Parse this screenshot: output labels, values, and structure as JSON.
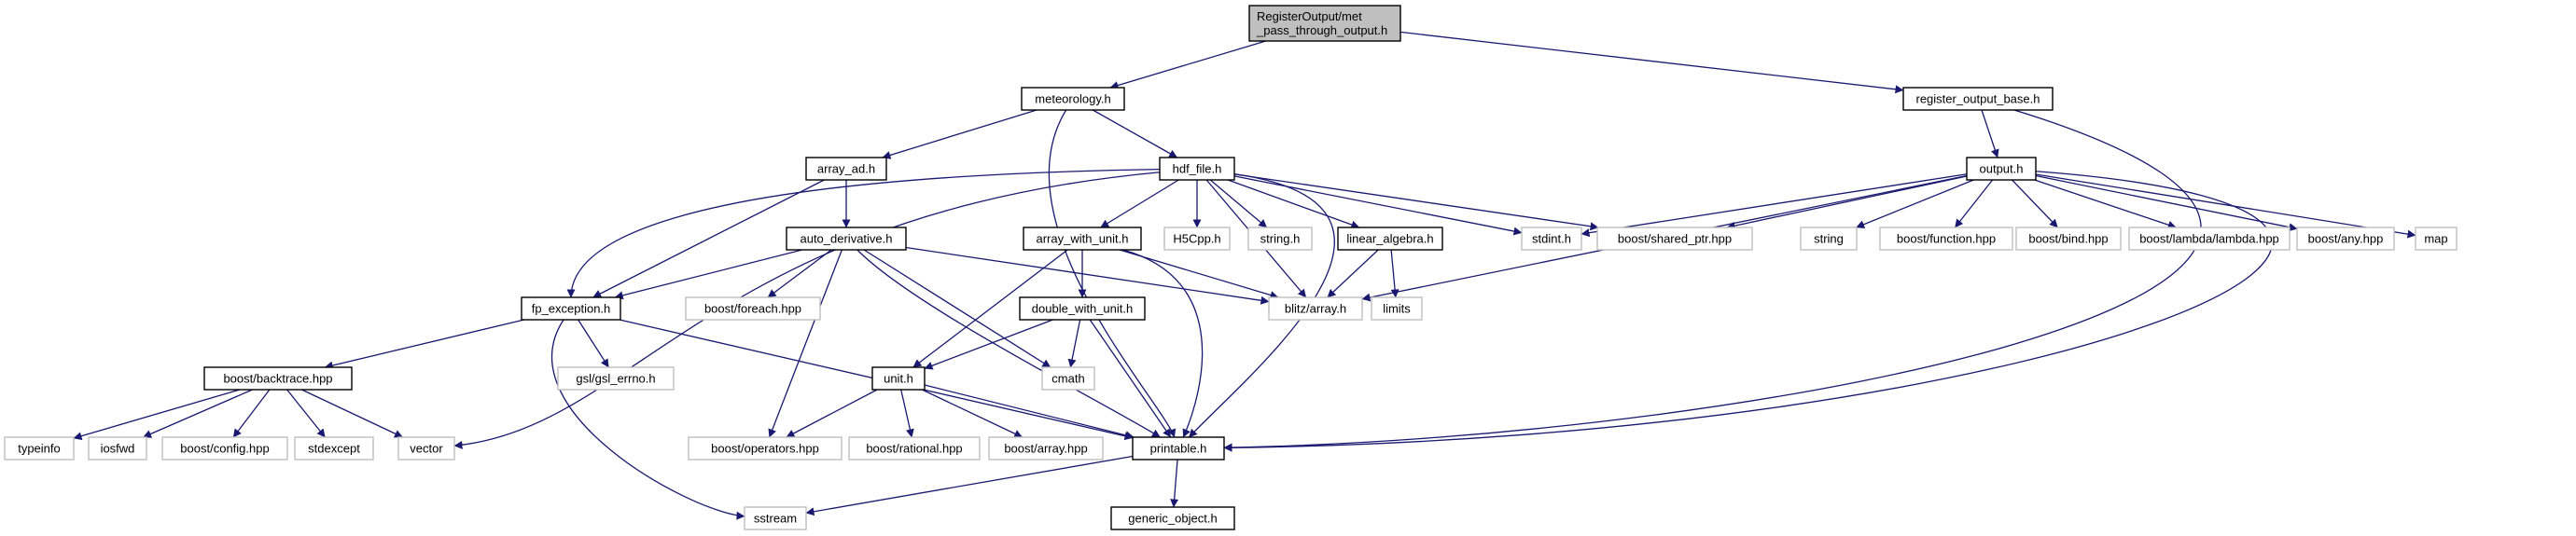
{
  "colors": {
    "root_fill": "#bfbfbf",
    "root_border": "#000000",
    "header_border": "#000000",
    "external_border": "#bfbfbf",
    "edge": "#191970",
    "text": "#000000"
  },
  "nodes": [
    {
      "id": "root",
      "label": "RegisterOutput/met\n_pass_through_output.h",
      "kind": "root"
    },
    {
      "id": "meteorology_h",
      "label": "meteorology.h",
      "kind": "header"
    },
    {
      "id": "register_output_base_h",
      "label": "register_output_base.h",
      "kind": "header"
    },
    {
      "id": "array_ad_h",
      "label": "array_ad.h",
      "kind": "header"
    },
    {
      "id": "hdf_file_h",
      "label": "hdf_file.h",
      "kind": "header"
    },
    {
      "id": "output_h",
      "label": "output.h",
      "kind": "header"
    },
    {
      "id": "auto_derivative_h",
      "label": "auto_derivative.h",
      "kind": "header"
    },
    {
      "id": "array_with_unit_h",
      "label": "array_with_unit.h",
      "kind": "header"
    },
    {
      "id": "h5cpp_h",
      "label": "H5Cpp.h",
      "kind": "external"
    },
    {
      "id": "string_h",
      "label": "string.h",
      "kind": "external"
    },
    {
      "id": "linear_algebra_h",
      "label": "linear_algebra.h",
      "kind": "header"
    },
    {
      "id": "stdint_h",
      "label": "stdint.h",
      "kind": "external"
    },
    {
      "id": "shared_ptr_hpp",
      "label": "boost/shared_ptr.hpp",
      "kind": "external"
    },
    {
      "id": "string",
      "label": "string",
      "kind": "external"
    },
    {
      "id": "function_hpp",
      "label": "boost/function.hpp",
      "kind": "external"
    },
    {
      "id": "bind_hpp",
      "label": "boost/bind.hpp",
      "kind": "external"
    },
    {
      "id": "lambda_hpp",
      "label": "boost/lambda/lambda.hpp",
      "kind": "external"
    },
    {
      "id": "any_hpp",
      "label": "boost/any.hpp",
      "kind": "external"
    },
    {
      "id": "map",
      "label": "map",
      "kind": "external"
    },
    {
      "id": "fp_exception_h",
      "label": "fp_exception.h",
      "kind": "header"
    },
    {
      "id": "foreach_hpp",
      "label": "boost/foreach.hpp",
      "kind": "external"
    },
    {
      "id": "double_with_unit_h",
      "label": "double_with_unit.h",
      "kind": "header"
    },
    {
      "id": "blitz_array_h",
      "label": "blitz/array.h",
      "kind": "external"
    },
    {
      "id": "limits",
      "label": "limits",
      "kind": "external"
    },
    {
      "id": "backtrace_hpp",
      "label": "boost/backtrace.hpp",
      "kind": "header"
    },
    {
      "id": "gsl_errno_h",
      "label": "gsl/gsl_errno.h",
      "kind": "external"
    },
    {
      "id": "unit_h",
      "label": "unit.h",
      "kind": "header"
    },
    {
      "id": "cmath",
      "label": "cmath",
      "kind": "external"
    },
    {
      "id": "typeinfo",
      "label": "typeinfo",
      "kind": "external"
    },
    {
      "id": "iosfwd",
      "label": "iosfwd",
      "kind": "external"
    },
    {
      "id": "config_hpp",
      "label": "boost/config.hpp",
      "kind": "external"
    },
    {
      "id": "stdexcept",
      "label": "stdexcept",
      "kind": "external"
    },
    {
      "id": "vector",
      "label": "vector",
      "kind": "external"
    },
    {
      "id": "operators_hpp",
      "label": "boost/operators.hpp",
      "kind": "external"
    },
    {
      "id": "rational_hpp",
      "label": "boost/rational.hpp",
      "kind": "external"
    },
    {
      "id": "array_hpp",
      "label": "boost/array.hpp",
      "kind": "external"
    },
    {
      "id": "printable_h",
      "label": "printable.h",
      "kind": "header"
    },
    {
      "id": "sstream",
      "label": "sstream",
      "kind": "external"
    },
    {
      "id": "generic_object_h",
      "label": "generic_object.h",
      "kind": "header"
    }
  ],
  "edges": [
    [
      "root",
      "meteorology_h"
    ],
    [
      "root",
      "register_output_base_h"
    ],
    [
      "meteorology_h",
      "array_ad_h"
    ],
    [
      "meteorology_h",
      "hdf_file_h"
    ],
    [
      "meteorology_h",
      "printable_h"
    ],
    [
      "register_output_base_h",
      "output_h"
    ],
    [
      "register_output_base_h",
      "printable_h"
    ],
    [
      "array_ad_h",
      "auto_derivative_h"
    ],
    [
      "array_ad_h",
      "fp_exception_h"
    ],
    [
      "hdf_file_h",
      "fp_exception_h"
    ],
    [
      "hdf_file_h",
      "array_with_unit_h"
    ],
    [
      "hdf_file_h",
      "h5cpp_h"
    ],
    [
      "hdf_file_h",
      "string_h"
    ],
    [
      "hdf_file_h",
      "linear_algebra_h"
    ],
    [
      "hdf_file_h",
      "stdint_h"
    ],
    [
      "hdf_file_h",
      "shared_ptr_hpp"
    ],
    [
      "hdf_file_h",
      "blitz_array_h"
    ],
    [
      "hdf_file_h",
      "vector"
    ],
    [
      "hdf_file_h",
      "printable_h"
    ],
    [
      "output_h",
      "stdint_h"
    ],
    [
      "output_h",
      "shared_ptr_hpp"
    ],
    [
      "output_h",
      "string"
    ],
    [
      "output_h",
      "function_hpp"
    ],
    [
      "output_h",
      "bind_hpp"
    ],
    [
      "output_h",
      "lambda_hpp"
    ],
    [
      "output_h",
      "any_hpp"
    ],
    [
      "output_h",
      "map"
    ],
    [
      "output_h",
      "blitz_array_h"
    ],
    [
      "output_h",
      "printable_h"
    ],
    [
      "auto_derivative_h",
      "fp_exception_h"
    ],
    [
      "auto_derivative_h",
      "foreach_hpp"
    ],
    [
      "auto_derivative_h",
      "blitz_array_h"
    ],
    [
      "auto_derivative_h",
      "operators_hpp"
    ],
    [
      "auto_derivative_h",
      "cmath"
    ],
    [
      "auto_derivative_h",
      "printable_h"
    ],
    [
      "array_with_unit_h",
      "double_with_unit_h"
    ],
    [
      "array_with_unit_h",
      "unit_h"
    ],
    [
      "array_with_unit_h",
      "blitz_array_h"
    ],
    [
      "array_with_unit_h",
      "printable_h"
    ],
    [
      "linear_algebra_h",
      "blitz_array_h"
    ],
    [
      "linear_algebra_h",
      "limits"
    ],
    [
      "fp_exception_h",
      "backtrace_hpp"
    ],
    [
      "fp_exception_h",
      "gsl_errno_h"
    ],
    [
      "fp_exception_h",
      "sstream"
    ],
    [
      "fp_exception_h",
      "printable_h"
    ],
    [
      "double_with_unit_h",
      "unit_h"
    ],
    [
      "double_with_unit_h",
      "cmath"
    ],
    [
      "double_with_unit_h",
      "printable_h"
    ],
    [
      "backtrace_hpp",
      "typeinfo"
    ],
    [
      "backtrace_hpp",
      "iosfwd"
    ],
    [
      "backtrace_hpp",
      "config_hpp"
    ],
    [
      "backtrace_hpp",
      "stdexcept"
    ],
    [
      "backtrace_hpp",
      "vector"
    ],
    [
      "unit_h",
      "operators_hpp"
    ],
    [
      "unit_h",
      "rational_hpp"
    ],
    [
      "unit_h",
      "array_hpp"
    ],
    [
      "unit_h",
      "printable_h"
    ],
    [
      "printable_h",
      "sstream"
    ],
    [
      "printable_h",
      "generic_object_h"
    ]
  ]
}
